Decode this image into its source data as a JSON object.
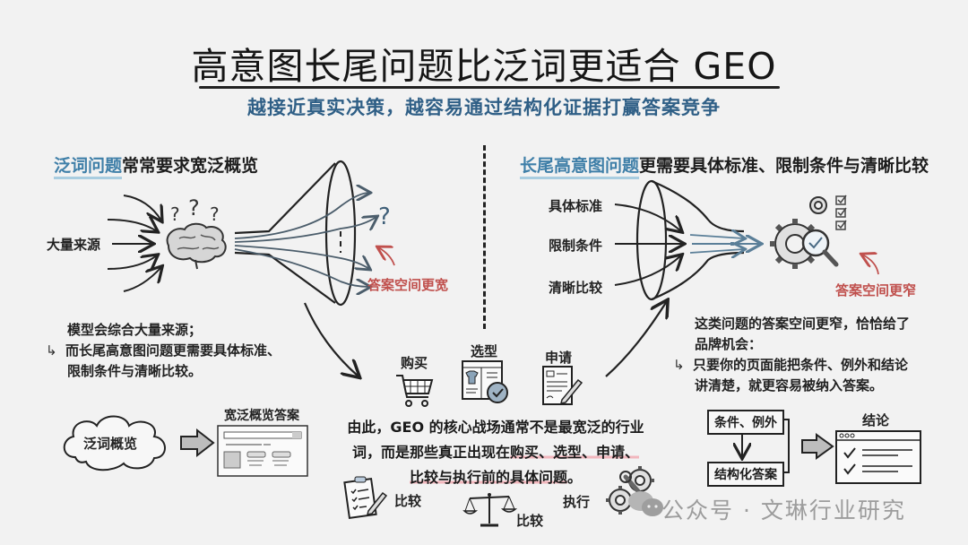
{
  "title": "高意图长尾问题比泛词更适合 GEO",
  "subtitle": "越接近真实决策，越容易通过结构化证据打赢答案竞争",
  "left_section": {
    "heading_highlight": "泛词问题",
    "heading_rest": "常常要求宽泛概览",
    "source_label": "大量来源",
    "answer_space_label": "答案空间更宽",
    "note_line1": "模型会综合大量来源；",
    "note_line2": "而长尾高意图问题更需要具体标准、",
    "note_line3": "限制条件与清晰比较。",
    "cloud_label": "泛词概览",
    "result_label": "宽泛概览答案"
  },
  "right_section": {
    "heading_highlight": "长尾高意图问题",
    "heading_rest": "更需要具体标准、限制条件与清晰比较",
    "inputs": [
      "具体标准",
      "限制条件",
      "清晰比较"
    ],
    "answer_space_label": "答案空间更窄",
    "note_line1": "这类问题的答案空间更窄，恰恰给了",
    "note_line2": "品牌机会：",
    "note_line3": "只要你的页面能把条件、例外和结论",
    "note_line4": "讲清楚，就更容易被纳入答案。",
    "box_top": "条件、例外",
    "box_bottom": "结构化答案",
    "result_label": "结论"
  },
  "center": {
    "icons": [
      {
        "label": "购买",
        "icon": "shopping-cart-icon"
      },
      {
        "label": "选型",
        "icon": "product-compare-icon"
      },
      {
        "label": "申请",
        "icon": "application-form-icon"
      },
      {
        "label": "比较",
        "icon": "checklist-icon"
      },
      {
        "label": "比较",
        "icon": "balance-scale-icon"
      },
      {
        "label": "执行",
        "icon": "gear-wrench-icon"
      }
    ],
    "text_part1": "由此，GEO 的核心战场通常不是最宽泛的行业词，而是那些真正出现在",
    "text_highlight": "购买、选型、申请、比较与执行前的具体问题",
    "text_end": "。"
  },
  "watermark": "公众号 · 文琳行业研究",
  "colors": {
    "subtitle": "#2f5f86",
    "highlight_blue": "#3f7fa8",
    "accent_red": "#c0504d",
    "highlight_pink": "#f2b7bd",
    "background": "#f2f2f2"
  }
}
